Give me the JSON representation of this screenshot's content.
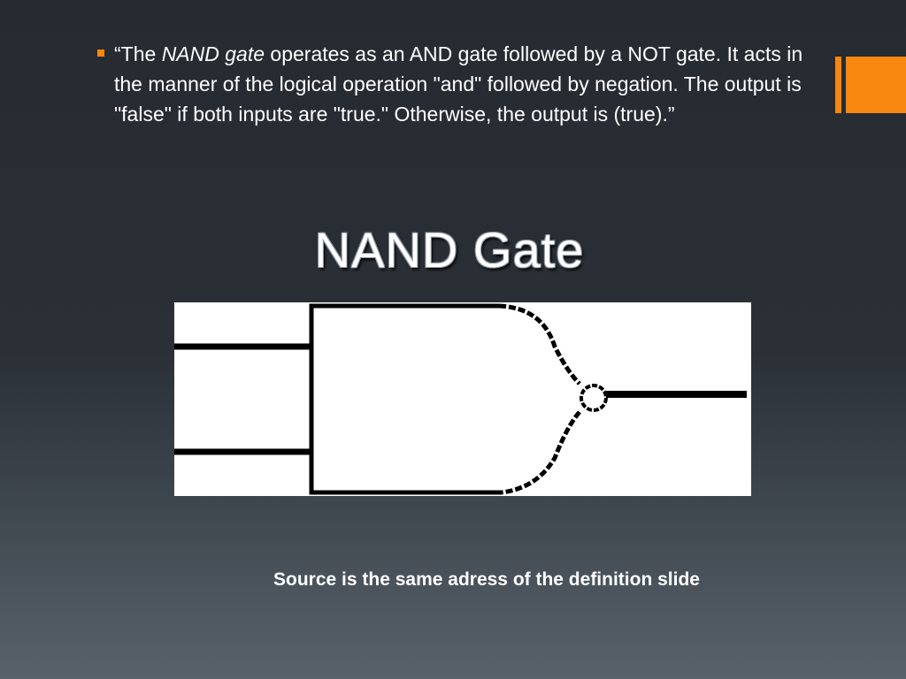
{
  "slide": {
    "bullet": {
      "open_quote": "“The ",
      "term": "NAND gate",
      "rest": " operates as an AND gate followed by a NOT gate. It acts in the manner of the logical operation \"and\" followed by negation. The output is \"false\" if both inputs are \"true.\" Otherwise, the output is (true).”"
    },
    "title": "NAND Gate",
    "source_caption": "Source is the same adress of the definition slide"
  },
  "colors": {
    "accent": "#f7870f",
    "background_top": "#262b31",
    "background_bottom": "#59626b",
    "text": "#ffffff",
    "diagram_background": "#ffffff",
    "diagram_stroke": "#000000"
  },
  "icons": {
    "bullet": "square-bullet-icon",
    "diagram": "nand-gate-symbol"
  }
}
